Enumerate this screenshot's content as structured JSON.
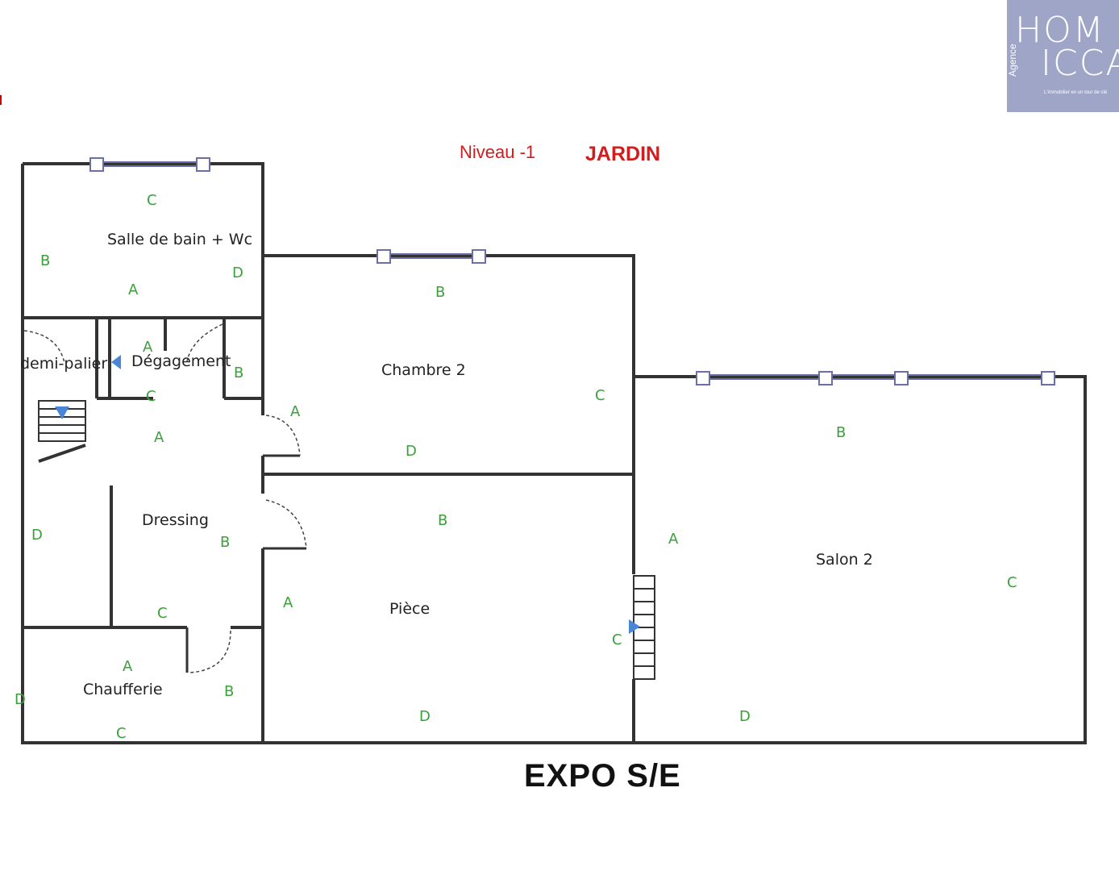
{
  "logo": {
    "line1": "HOM",
    "line2": "ICCA",
    "vertical": "Agence",
    "tagline": "L'immobilier en un tour de clé"
  },
  "header": {
    "level": "Niveau -1",
    "jardin": "JARDIN"
  },
  "footer": {
    "expo": "EXPO S/E"
  },
  "rooms": {
    "salle_de_bain": "Salle de bain + Wc",
    "demi_palier": "demi-palier",
    "degagement": "Dégagement",
    "chambre2": "Chambre 2",
    "dressing": "Dressing",
    "chaufferie": "Chaufferie",
    "piece": "Pièce",
    "salon2": "Salon 2"
  },
  "wall_labels": {
    "sdb_c": "C",
    "sdb_b": "B",
    "sdb_d": "D",
    "sdb_a": "A",
    "deg_a": "A",
    "deg_b": "B",
    "deg_c": "C",
    "ch2_b": "B",
    "ch2_c": "C",
    "ch2_d": "D",
    "ch2_a": "A",
    "dr_a": "A",
    "dr_d": "D",
    "dr_b": "B",
    "dr_c": "C",
    "chauf_a": "A",
    "chauf_b": "B",
    "chauf_d": "D",
    "chauf_c": "C",
    "pc_b": "B",
    "pc_a": "A",
    "pc_c": "C",
    "pc_d": "D",
    "sal_b": "B",
    "sal_a": "A",
    "sal_c": "C",
    "sal_d": "D"
  },
  "colors": {
    "wall": "#333333",
    "window": "#6b6fa8",
    "label_green": "#3aa13a",
    "title_red": "#d01d1d",
    "arrow_blue": "#4a86d8",
    "logo_bg": "#9ea5c7"
  }
}
